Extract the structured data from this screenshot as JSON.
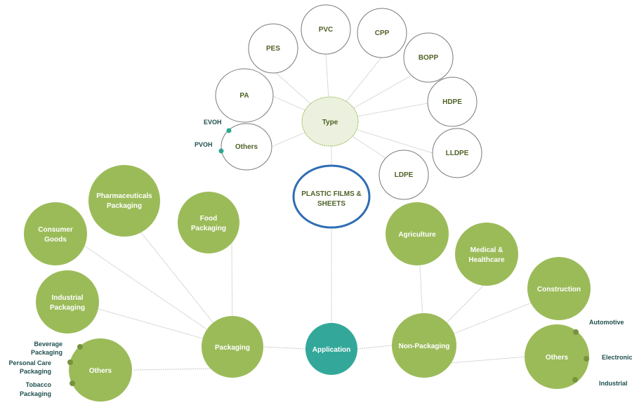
{
  "center": {
    "line1": "PLASTIC FILMS &",
    "line2": "SHEETS"
  },
  "type": {
    "label": "Type",
    "items": [
      "PES",
      "PVC",
      "CPP",
      "BOPP",
      "HDPE",
      "LLDPE",
      "LDPE",
      "PA",
      "Others"
    ],
    "others_subitems": [
      "EVOH",
      "PVOH"
    ]
  },
  "application": {
    "label": "Application",
    "packaging": {
      "label": "Packaging",
      "items": [
        {
          "l1": "Pharmaceuticals",
          "l2": "Packaging"
        },
        {
          "l1": "Consumer",
          "l2": "Goods"
        },
        {
          "l1": "Food",
          "l2": "Packaging"
        },
        {
          "l1": "Industrial",
          "l2": "Packaging"
        },
        {
          "l1": "Others",
          "l2": ""
        }
      ],
      "others_subitems": [
        {
          "l1": "Beverage",
          "l2": "Packaging"
        },
        {
          "l1": "Personal Care",
          "l2": "Packaging"
        },
        {
          "l1": "Tobacco",
          "l2": "Packaging"
        }
      ]
    },
    "non_packaging": {
      "label": "Non-Packaging",
      "items": [
        {
          "l1": "Agriculture",
          "l2": ""
        },
        {
          "l1": "Medical &",
          "l2": "Healthcare"
        },
        {
          "l1": "Construction",
          "l2": ""
        },
        {
          "l1": "Others",
          "l2": ""
        }
      ],
      "others_subitems": [
        "Automotive",
        "Electronics",
        "Industrial"
      ]
    }
  },
  "colors": {
    "green": "#9bbb59",
    "teal": "#33a89a",
    "blue": "#2e6db4",
    "type_fill": "#ebf1de"
  }
}
